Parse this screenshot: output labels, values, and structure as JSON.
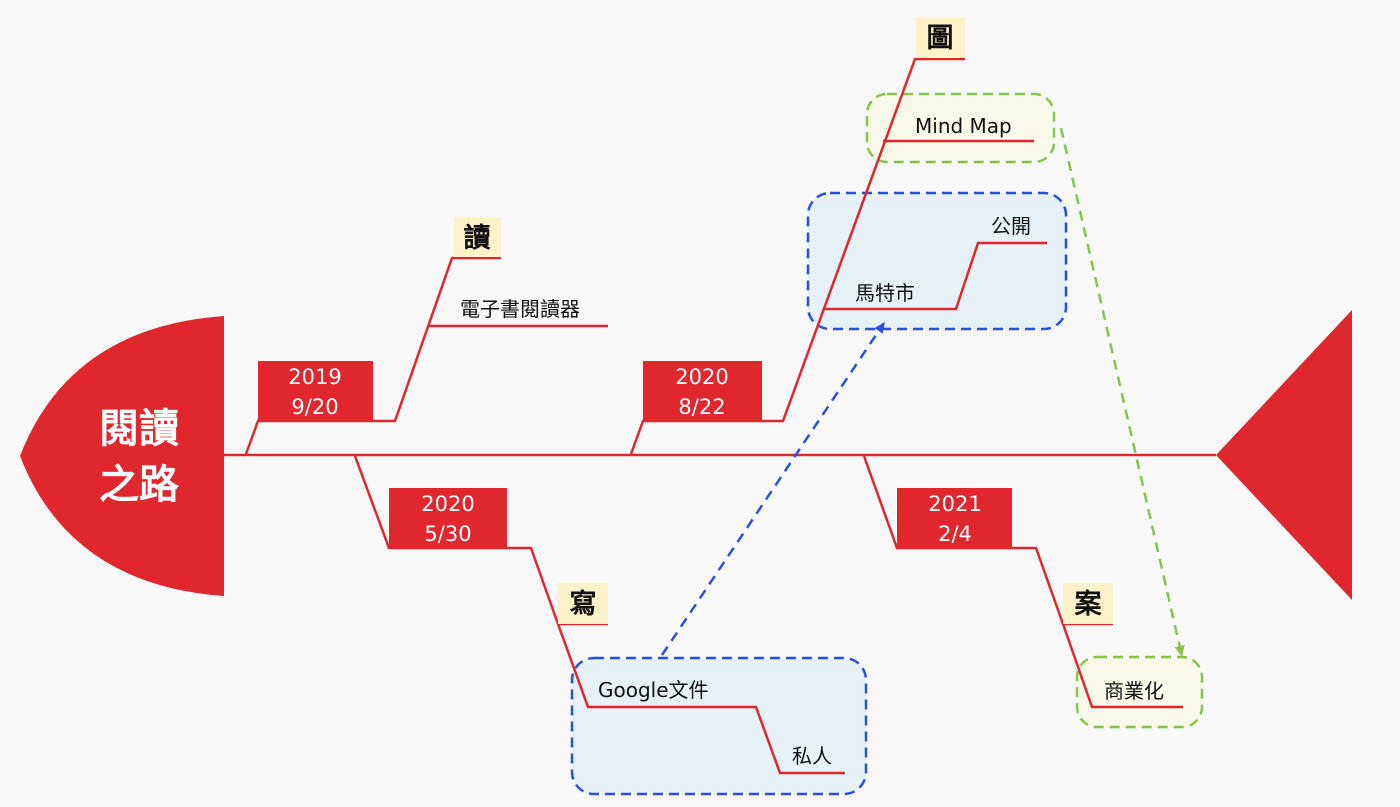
{
  "title": "閱讀之路",
  "head": {
    "lines": [
      "閱讀",
      "之路"
    ]
  },
  "branches": [
    {
      "date": [
        "2019",
        "9/20"
      ],
      "tag": "讀",
      "leaves": [
        "電子書閱讀器"
      ]
    },
    {
      "date": [
        "2020",
        "5/30"
      ],
      "tag": "寫",
      "leaves": [
        "Google文件",
        "私人"
      ]
    },
    {
      "date": [
        "2020",
        "8/22"
      ],
      "tag": "圖",
      "leaves": [
        "Mind Map",
        "馬特市",
        "公開"
      ]
    },
    {
      "date": [
        "2021",
        "2/4"
      ],
      "tag": "案",
      "leaves": [
        "商業化"
      ]
    }
  ],
  "colors": {
    "spine": "#e0272d",
    "fish": "#e0272d",
    "tag_bg": "#fdf2c8",
    "group_blue_border": "#2b4fe0",
    "group_blue_fill": "#e7f1f8",
    "group_green_border": "#86c44a",
    "group_green_fill": "#f9f9ea",
    "arrow_blue": "#2b4fe0",
    "arrow_green": "#86c44a",
    "text": "#111111",
    "head_text": "#ffffff"
  },
  "relations": [
    {
      "from": "Google文件",
      "to": "馬特市",
      "style": "dashed",
      "color": "blue"
    },
    {
      "from": "Mind Map",
      "to": "商業化",
      "style": "dashed",
      "color": "green"
    }
  ]
}
